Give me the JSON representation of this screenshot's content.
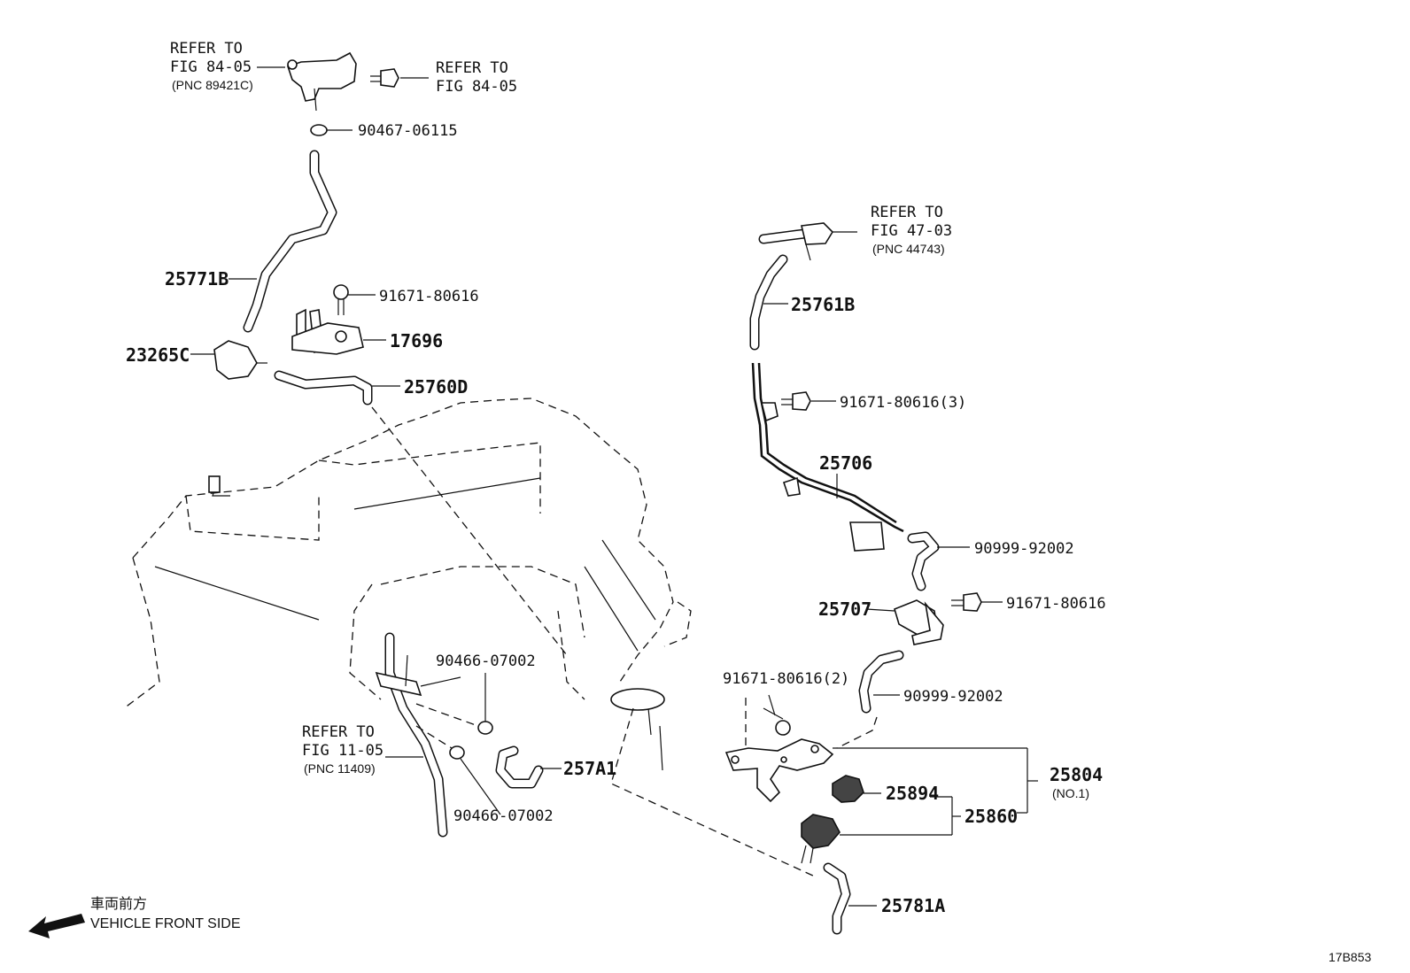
{
  "diagram": {
    "code": "17B853",
    "front_note": {
      "jp": "車両前方",
      "en": "VEHICLE FRONT SIDE"
    },
    "refs": {
      "r1": [
        "REFER TO",
        "FIG 84-05",
        "(PNC 89421C)"
      ],
      "r2": [
        "REFER TO",
        "FIG 84-05"
      ],
      "r3": [
        "REFER TO",
        "FIG 47-03",
        "(PNC 44743)"
      ],
      "r4": [
        "REFER TO",
        "FIG 11-05",
        "(PNC 11409)"
      ]
    },
    "parts": {
      "p90467": "90467-06115",
      "p25771B": "25771B",
      "p91671a": "91671-80616",
      "p17696": "17696",
      "p23265C": "23265C",
      "p25760D": "25760D",
      "p25761B": "25761B",
      "p91671b": "91671-80616(3)",
      "p25706": "25706",
      "p90999a": "90999-92002",
      "p91671c": "91671-80616",
      "p25707": "25707",
      "p90999b": "90999-92002",
      "p91671d": "91671-80616(2)",
      "p90466a": "90466-07002",
      "p90466b": "90466-07002",
      "p257A1": "257A1",
      "p25804": "25804",
      "p25804sub": "(NO.1)",
      "p25894": "25894",
      "p25860": "25860",
      "p25781A": "25781A"
    }
  }
}
